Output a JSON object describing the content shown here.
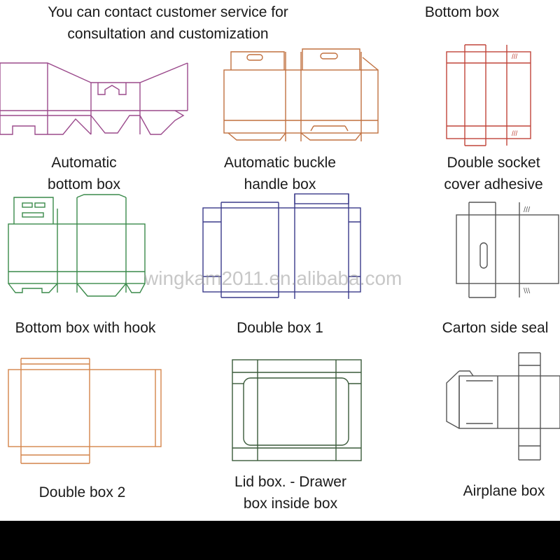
{
  "header": {
    "contact_line1": "You can contact customer service for",
    "contact_line2": "consultation and customization",
    "bottom_box": "Bottom box"
  },
  "labels": {
    "automatic_bottom_box_1": "Automatic",
    "automatic_bottom_box_2": "bottom box",
    "buckle_handle_1": "Automatic buckle",
    "buckle_handle_2": "handle box",
    "double_socket_1": "Double socket",
    "double_socket_2": "cover adhesive",
    "bottom_box_hook": "Bottom box with hook",
    "double_box_1": "Double box 1",
    "carton_side_seal": "Carton side seal",
    "double_box_2": "Double box 2",
    "lid_box_1": "Lid box. - Drawer",
    "lid_box_2": "box inside box",
    "airplane_box": "Airplane box"
  },
  "watermark": "wingkam2011.en.alibaba.com",
  "colors": {
    "purple": "#9b4a8c",
    "brown": "#c0703f",
    "red": "#c0453a",
    "green": "#3a8a4a",
    "navy": "#3a3a8a",
    "gray": "#555555",
    "orange": "#d4844a",
    "darkgreen": "#3a5a3a"
  }
}
